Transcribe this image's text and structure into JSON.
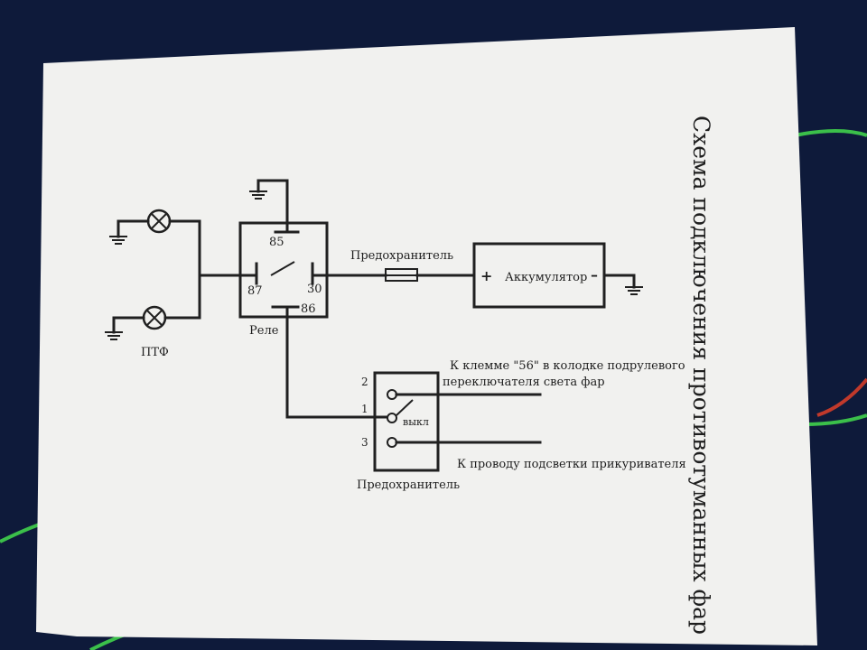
{
  "title": "Схема подключения противотуманных фар",
  "labels": {
    "relay": "Реле",
    "fog_lamps": "ПТФ",
    "fuse_top": "Предохранитель",
    "battery": "Аккумулятор",
    "battery_plus": "+",
    "battery_minus": "–",
    "switch_fuse": "Предохранитель",
    "switch_off": "выкл",
    "terminal_56_line1": "К клемме \"56\" в колодке подрулевого",
    "terminal_56_line2": "переключателя света фар",
    "lighter_wire": "К проводу подсветки прикуривателя"
  },
  "pins": {
    "p85": "85",
    "p86": "86",
    "p87": "87",
    "p30": "30"
  },
  "switch_pins": {
    "s1": "1",
    "s2": "2",
    "s3": "3"
  },
  "colors": {
    "background": "#0e1a3a",
    "paper": "#f1f1ef",
    "ink": "#202020",
    "cable_green": "#3bbf4a",
    "cable_red": "#c0392b"
  }
}
